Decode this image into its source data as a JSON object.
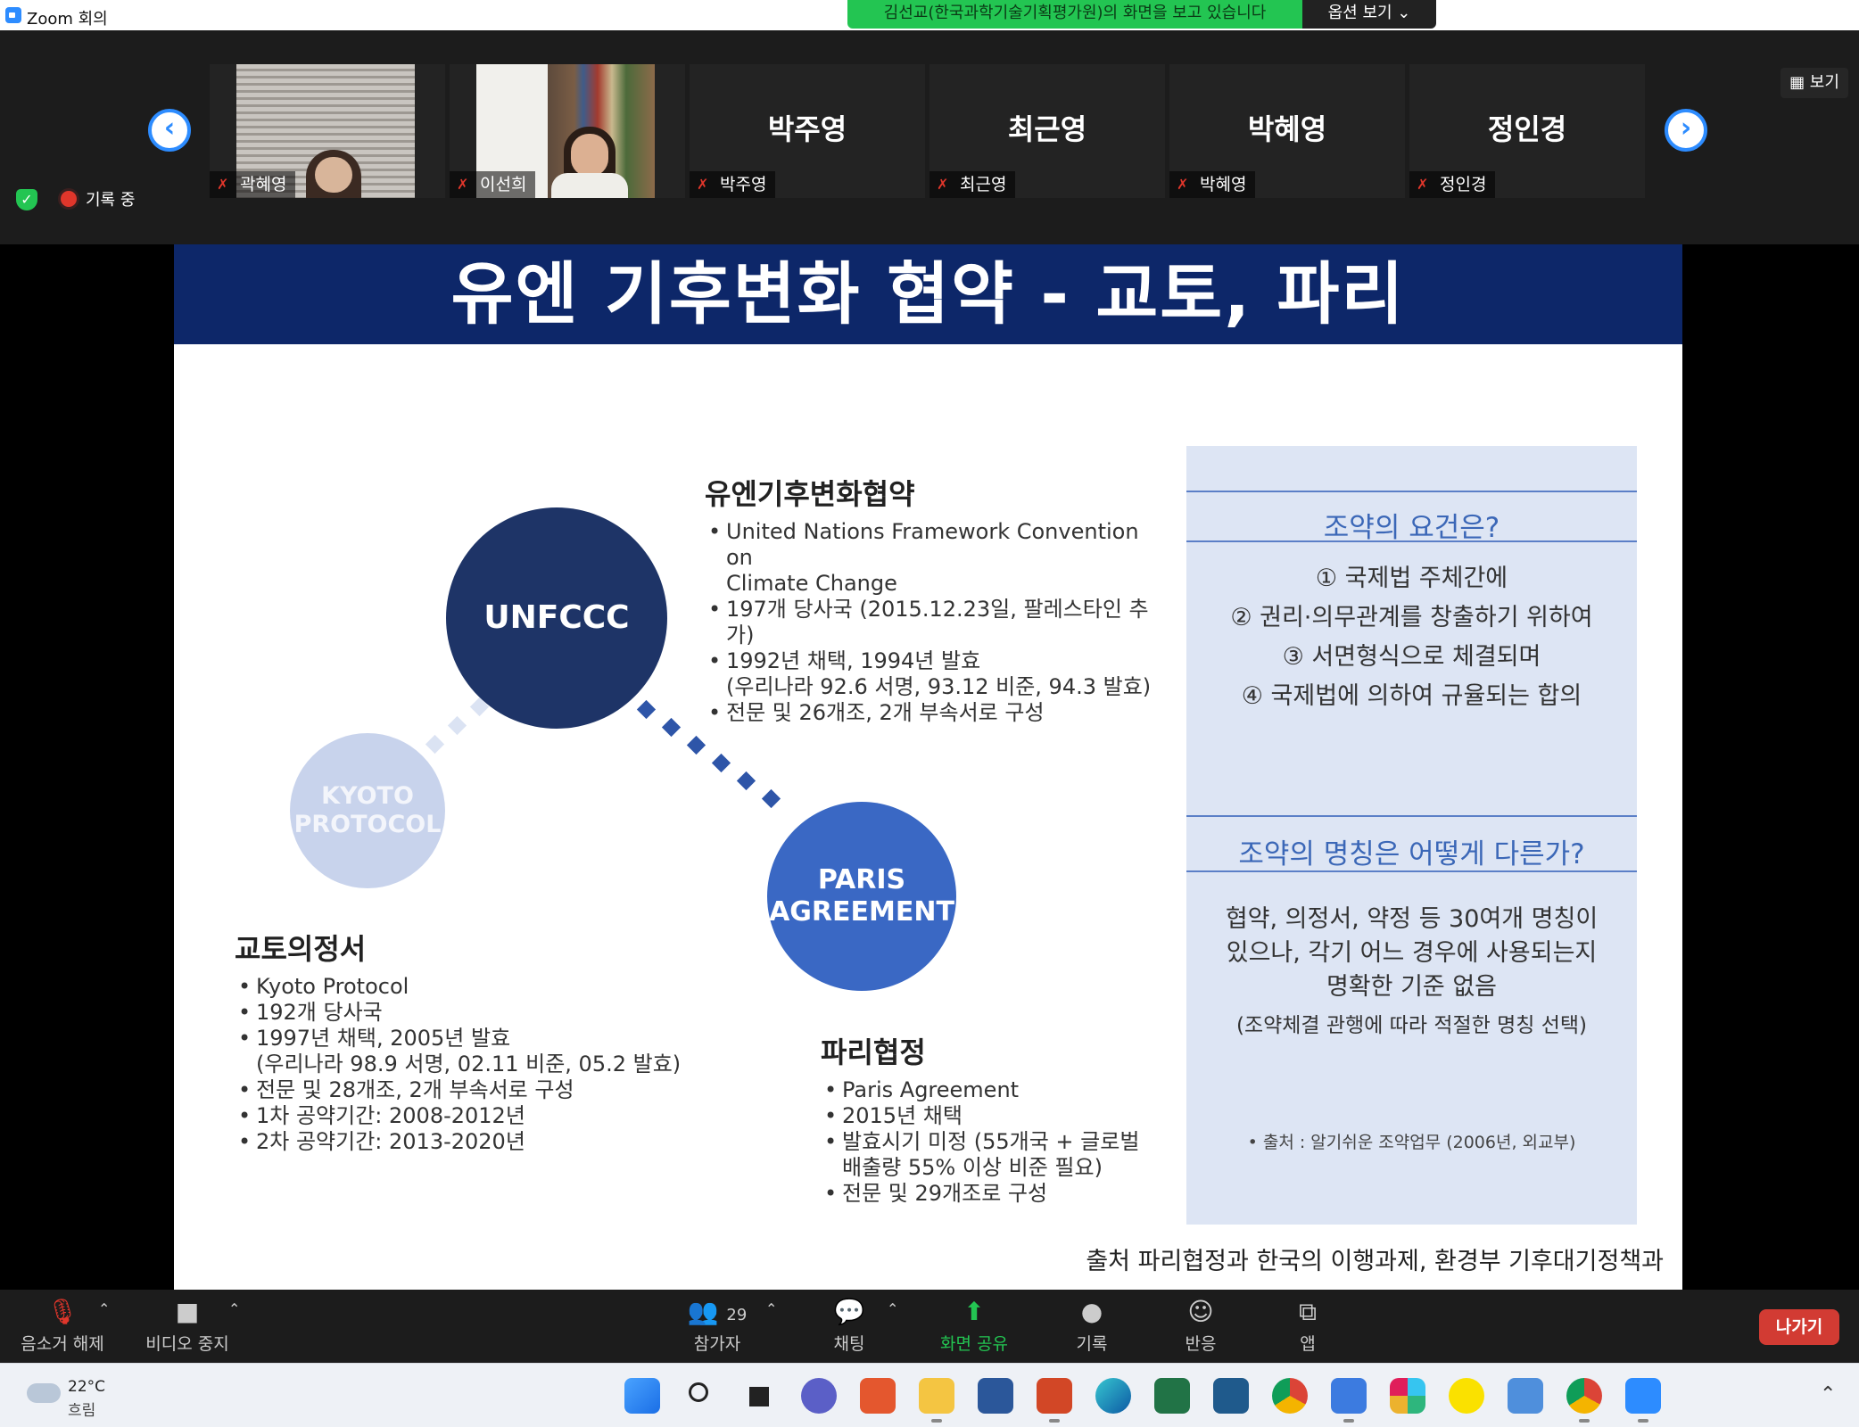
{
  "window": {
    "title": "Zoom 회의"
  },
  "share_banner": {
    "text": "김선교(한국과학기술기획평가원)의 화면을 보고 있습니다",
    "options_label": "옵션 보기 ⌄"
  },
  "participants_strip": {
    "prev_icon": "chevron-left-icon",
    "next_icon": "chevron-right-icon",
    "tiles": [
      {
        "label": "곽혜영",
        "display_name": "",
        "has_video": true
      },
      {
        "label": "이선희",
        "display_name": "",
        "has_video": true
      },
      {
        "label": "박주영",
        "display_name": "박주영",
        "has_video": false
      },
      {
        "label": "최근영",
        "display_name": "최근영",
        "has_video": false
      },
      {
        "label": "박혜영",
        "display_name": "박혜영",
        "has_video": false
      },
      {
        "label": "정인경",
        "display_name": "정인경",
        "has_video": false
      }
    ],
    "view_label": "보기"
  },
  "status": {
    "recording_label": "기록 중"
  },
  "slide": {
    "title": "유엔 기후변화 협약 - 교토, 파리",
    "circles": {
      "unfccc": "UNFCCC",
      "kyoto": "KYOTO PROTOCOL",
      "paris": "PARIS AGREEMENT"
    },
    "unfccc_block": {
      "heading": "유엔기후변화협약",
      "items": [
        "United Nations Framework Convention on",
        "Climate Change",
        "197개 당사국 (2015.12.23일, 팔레스타인 추가)",
        "1992년 채택, 1994년 발효",
        "(우리나라 92.6 서명, 93.12 비준, 94.3 발효)",
        "전문 및 26개조, 2개 부속서로 구성"
      ]
    },
    "kyoto_block": {
      "heading": "교토의정서",
      "items": [
        "Kyoto Protocol",
        "192개 당사국",
        "1997년 채택, 2005년 발효",
        "(우리나라 98.9 서명, 02.11 비준,  05.2 발효)",
        "전문 및 28개조, 2개 부속서로 구성",
        "1차 공약기간: 2008-2012년",
        "2차 공약기간: 2013-2020년"
      ]
    },
    "paris_block": {
      "heading": "파리협정",
      "items": [
        "Paris Agreement",
        "2015년 채택",
        "발효시기 미정 (55개국 + 글로벌",
        "배출량 55% 이상 비준 필요)",
        "전문 및 29개조로 구성"
      ]
    },
    "right_box": {
      "heading1": "조약의 요건은?",
      "items1": [
        "① 국제법 주체간에",
        "② 권리·의무관계를 창출하기 위하여",
        "③ 서면형식으로 체결되며",
        "④ 국제법에 의하여 규율되는 합의"
      ],
      "heading2": "조약의 명칭은 어떻게 다른가?",
      "body2": [
        "협약, 의정서, 약정 등 30여개  명칭이",
        "있으나, 각기 어느 경우에 사용되는지",
        "명확한 기준 없음"
      ],
      "note2": "(조약체결 관행에 따라 적절한 명칭 선택)",
      "source_note": "• 출처 : 알기쉬운 조약업무 (2006년, 외교부)"
    },
    "source": "출처 파리협정과 한국의 이행과제, 환경부 기후대기정책과"
  },
  "toolbar": {
    "unmute_label": "음소거 해제",
    "stop_video_label": "비디오 중지",
    "participants_label": "참가자",
    "participants_count": "29",
    "chat_label": "채팅",
    "share_label": "화면 공유",
    "record_label": "기록",
    "reactions_label": "반응",
    "apps_label": "앱",
    "leave_label": "나가기"
  },
  "taskbar": {
    "weather_temp": "22°C",
    "weather_condition": "흐림",
    "apps": [
      "windows-start",
      "search",
      "task-view",
      "teams-chat",
      "office",
      "file-explorer",
      "word",
      "powerpoint",
      "edge",
      "excel",
      "app-store",
      "chrome",
      "snipping-tool",
      "slack",
      "kakaotalk",
      "notepad",
      "chrome-profile",
      "zoom"
    ]
  },
  "colors": {
    "slide_header": "#0d2769",
    "unfccc_circle": "#1e3467",
    "paris_circle": "#3a68c4",
    "kyoto_circle": "#c8d3ec",
    "right_box_bg": "#dde5f4",
    "share_banner": "#23c552",
    "leave_button": "#d23b33"
  }
}
